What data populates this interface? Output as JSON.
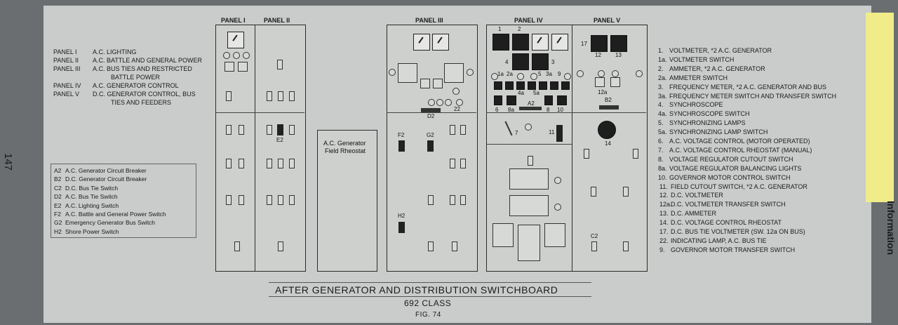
{
  "page_number": "147",
  "side_tab": {
    "text": "Information"
  },
  "panels_key": [
    {
      "code": "PANEL I",
      "desc": "A.C. LIGHTING"
    },
    {
      "code": "PANEL II",
      "desc": "A.C. BATTLE AND GENERAL POWER"
    },
    {
      "code": "PANEL III",
      "desc": "A.C. BUS TIES AND RESTRICTED"
    },
    {
      "code": "",
      "desc": "BATTLE POWER"
    },
    {
      "code": "PANEL IV",
      "desc": "A.C. GENERATOR CONTROL"
    },
    {
      "code": "PANEL V",
      "desc": "D.C. GENERATOR CONTROL, BUS"
    },
    {
      "code": "",
      "desc": "TIES AND FEEDERS"
    }
  ],
  "switch_legend": [
    {
      "code": "A2",
      "desc": "A.C. Generator Circuit Breaker"
    },
    {
      "code": "B2",
      "desc": "D.C. Generator Circuit Breaker"
    },
    {
      "code": "C2",
      "desc": "D.C. Bus Tie Switch"
    },
    {
      "code": "D2",
      "desc": "A.C. Bus Tie Switch"
    },
    {
      "code": "E2",
      "desc": "A.C. Lighting Switch"
    },
    {
      "code": "F2",
      "desc": "A.C. Battle and General Power Switch"
    },
    {
      "code": "G2",
      "desc": "Emergency Generator Bus Switch"
    },
    {
      "code": "H2",
      "desc": "Shore Power Switch"
    }
  ],
  "numbered_items": [
    {
      "n": "1.",
      "desc": "VOLTMETER, *2 A.C. GENERATOR"
    },
    {
      "n": "1a.",
      "desc": "VOLTMETER SWITCH"
    },
    {
      "n": "2.",
      "desc": "AMMETER, *2 A.C. GENERATOR"
    },
    {
      "n": "2a.",
      "desc": "AMMETER SWITCH"
    },
    {
      "n": "3.",
      "desc": "FREQUENCY METER, *2 A.C. GENERATOR AND BUS"
    },
    {
      "n": "3a.",
      "desc": "FREQUENCY METER SWITCH AND TRANSFER SWITCH"
    },
    {
      "n": "4.",
      "desc": "SYNCHROSCOPE"
    },
    {
      "n": "4a.",
      "desc": "SYNCHROSCOPE SWITCH"
    },
    {
      "n": "5.",
      "desc": "SYNCHRONIZING LAMPS"
    },
    {
      "n": "5a.",
      "desc": "SYNCHRONIZING LAMP SWITCH"
    },
    {
      "n": "6.",
      "desc": "A.C. VOLTAGE CONTROL (MOTOR OPERATED)"
    },
    {
      "n": "7.",
      "desc": "A.C. VOLTAGE CONTROL RHEOSTAT (MANUAL)"
    },
    {
      "n": "8.",
      "desc": "VOLTAGE REGULATOR CUTOUT SWITCH"
    },
    {
      "n": "8a.",
      "desc": "VOLTAGE REGULATOR BALANCING LIGHTS"
    },
    {
      "n": "10.",
      "desc": "GOVERNOR MOTOR CONTROL SWITCH"
    },
    {
      "n": "11.",
      "desc": "FIELD CUTOUT SWITCH, *2 A.C. GENERATOR"
    },
    {
      "n": "12.",
      "desc": "D.C. VOLTMETER"
    },
    {
      "n": "12a.",
      "desc": "D.C. VOLTMETER TRANSFER SWITCH"
    },
    {
      "n": "13.",
      "desc": "D.C. AMMETER"
    },
    {
      "n": "14.",
      "desc": "D.C. VOLTAGE CONTROL RHEOSTAT"
    },
    {
      "n": "17.",
      "desc": "D.C. BUS TIE VOLTMETER (SW. 12a ON BUS)"
    },
    {
      "n": "22.",
      "desc": "INDICATING LAMP, A.C. BUS TIE"
    },
    {
      "n": "9.",
      "desc": "GOVERNOR MOTOR TRANSFER SWITCH"
    }
  ],
  "panel_titles": {
    "p1": "PANEL I",
    "p2": "PANEL II",
    "p3": "PANEL III",
    "p4": "PANEL IV",
    "p5": "PANEL V"
  },
  "rheostat_label": {
    "line1": "A.C. Generator",
    "line2": "Field Rheostat"
  },
  "component_labels": {
    "e2": "E2",
    "d2": "D2",
    "f2": "F2",
    "g2": "G2",
    "h2": "H2",
    "a2": "A2",
    "b2": "B2",
    "c2": "C2",
    "n22": "22",
    "n1": "1",
    "n2": "2",
    "n3": "3",
    "n4": "4",
    "n1a": "1a",
    "n2a": "2a",
    "n5": "5",
    "n3a": "3a",
    "n9": "9",
    "n4a": "4a",
    "n5a": "5a",
    "n6": "6",
    "n8a": "8a",
    "n8": "8",
    "n10": "10",
    "n7": "7",
    "n11": "11",
    "n17": "17",
    "n12": "12",
    "n13": "13",
    "n12a": "12a",
    "n14": "14"
  },
  "caption": {
    "title": "AFTER GENERATOR AND DISTRIBUTION SWITCHBOARD",
    "subtitle": "692 CLASS",
    "fig": "FIG. 74"
  }
}
